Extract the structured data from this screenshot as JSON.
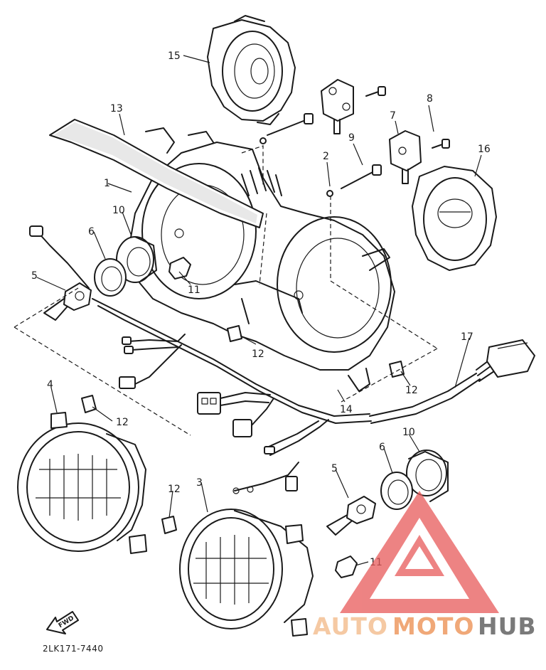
{
  "diagram": {
    "part_code": "2LK171-7440",
    "fwd_label": "FWD",
    "callouts": [
      {
        "id": "c15",
        "label": "15"
      },
      {
        "id": "c13",
        "label": "13"
      },
      {
        "id": "c8",
        "label": "8"
      },
      {
        "id": "c7",
        "label": "7"
      },
      {
        "id": "c9",
        "label": "9"
      },
      {
        "id": "c2",
        "label": "2"
      },
      {
        "id": "c16",
        "label": "16"
      },
      {
        "id": "c1",
        "label": "1"
      },
      {
        "id": "c10a",
        "label": "10"
      },
      {
        "id": "c6a",
        "label": "6"
      },
      {
        "id": "c11a",
        "label": "11"
      },
      {
        "id": "c5a",
        "label": "5"
      },
      {
        "id": "c12a",
        "label": "12"
      },
      {
        "id": "c12b",
        "label": "12"
      },
      {
        "id": "c17",
        "label": "17"
      },
      {
        "id": "c4",
        "label": "4"
      },
      {
        "id": "c12c",
        "label": "12"
      },
      {
        "id": "c14",
        "label": "14"
      },
      {
        "id": "c10b",
        "label": "10"
      },
      {
        "id": "c6b",
        "label": "6"
      },
      {
        "id": "c5b",
        "label": "5"
      },
      {
        "id": "c12d",
        "label": "12"
      },
      {
        "id": "c3",
        "label": "3"
      },
      {
        "id": "c11b",
        "label": "11"
      }
    ]
  },
  "watermark": {
    "part1": "AUTO",
    "part2": "MOTO",
    "part3": "HUB",
    "colors": {
      "light": "#f5c9a3",
      "mid": "#f0a878",
      "dark": "#7a7a7a",
      "logo": "#e85a5a"
    }
  }
}
